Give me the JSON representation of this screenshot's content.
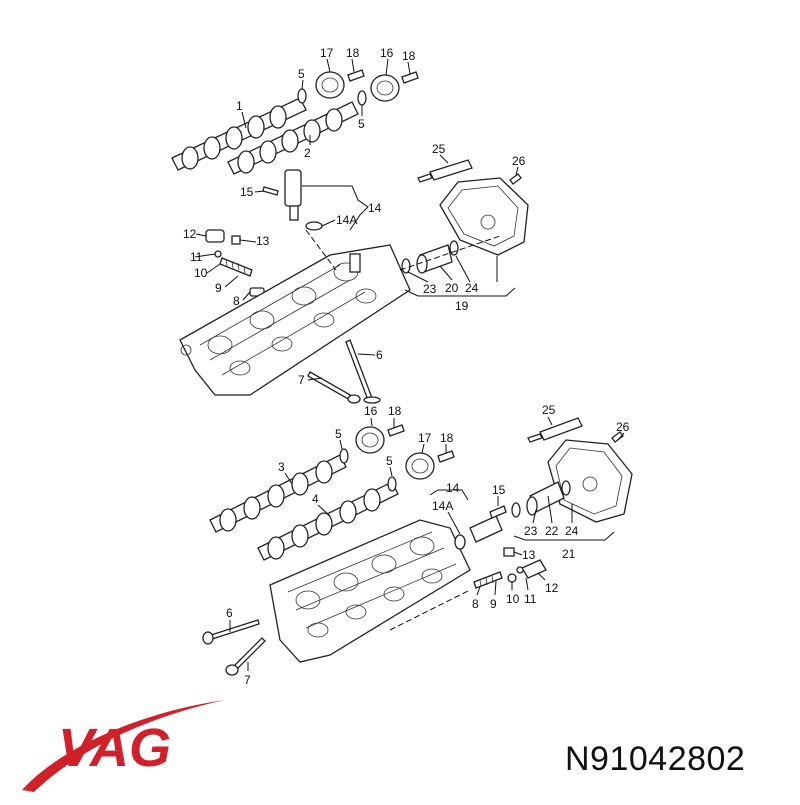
{
  "brand": {
    "name": "VAG",
    "color": "#d0202a"
  },
  "part_number": "N91042802",
  "diagram": {
    "upper_labels": [
      "17",
      "18",
      "16",
      "18",
      "5",
      "1",
      "5",
      "2",
      "25",
      "26",
      "15",
      "14",
      "14A",
      "12",
      "13",
      "11",
      "10",
      "9",
      "8",
      "23",
      "20",
      "24",
      "19",
      "6",
      "7"
    ],
    "lower_labels": [
      "25",
      "26",
      "16",
      "18",
      "5",
      "17",
      "18",
      "3",
      "5",
      "14",
      "15",
      "14A",
      "4",
      "23",
      "22",
      "24",
      "21",
      "13",
      "12",
      "8",
      "9",
      "10",
      "11",
      "6",
      "7"
    ]
  }
}
